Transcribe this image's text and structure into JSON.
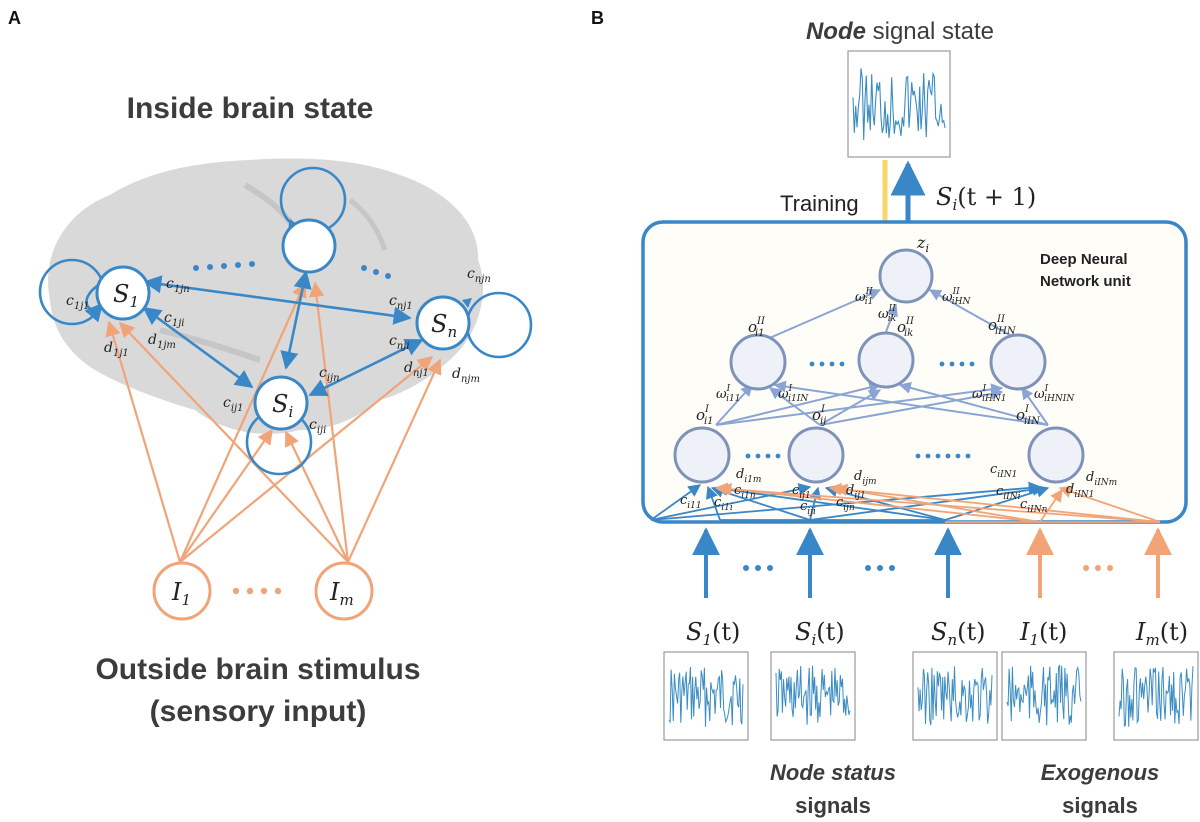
{
  "panel_a": {
    "letter": "A",
    "title": "Inside brain state",
    "bottom_line1": "Outside brain stimulus",
    "bottom_line2": "(sensory input)",
    "nodes": {
      "s1": "S",
      "s1_sub": "1",
      "si": "S",
      "si_sub": "i",
      "sn": "S",
      "sn_sub": "n",
      "i1": "I",
      "i1_sub": "1",
      "im": "I",
      "im_sub": "m"
    },
    "edge_labels": {
      "c1j1": "c",
      "c1j1_sub": "1j1",
      "c1jn": "c",
      "c1jn_sub": "1jn",
      "c1ji": "c",
      "c1ji_sub": "1ji",
      "d1j1": "d",
      "d1j1_sub": "1j1",
      "d1jm": "d",
      "d1jm_sub": "1jm",
      "cnjn": "c",
      "cnjn_sub": "njn",
      "cnj1": "c",
      "cnj1_sub": "nj1",
      "cnji": "c",
      "cnji_sub": "nji",
      "dnj1": "d",
      "dnj1_sub": "nj1",
      "dnjm": "d",
      "dnjm_sub": "njm",
      "cijn": "c",
      "cijn_sub": "ijn",
      "cij1": "c",
      "cij1_sub": "ij1",
      "ciji": "c",
      "ciji_sub": "iji"
    },
    "colors": {
      "blue": "#3a87c8",
      "orange": "#f0a478",
      "brain": "#d6d6d6"
    }
  },
  "panel_b": {
    "letter": "B",
    "top_title_bold": "Node",
    "top_title_rest": " signal state",
    "training": "Training",
    "output_label": "S",
    "output_sub": "i",
    "output_rest": "(t + 1)",
    "dnn_line1": "Deep Neural",
    "dnn_line2": "Network unit",
    "z_label": "z",
    "z_sub": "i",
    "inputs": [
      {
        "main": "S",
        "sub": "1",
        "rest": "(t)"
      },
      {
        "main": "S",
        "sub": "i",
        "rest": "(t)"
      },
      {
        "main": "S",
        "sub": "n",
        "rest": "(t)"
      },
      {
        "main": "I",
        "sub": "1",
        "rest": "(t)"
      },
      {
        "main": "I",
        "sub": "m",
        "rest": "(t)"
      }
    ],
    "caption_node_bold": "Node status",
    "caption_node_rest": "signals",
    "caption_exo_bold": "Exogenous",
    "caption_exo_rest": "signals",
    "weight_labels": {
      "wi1_II": "ω",
      "wi1_II_sup": "II",
      "wi1_II_sub": "i1",
      "wik_II": "ω",
      "wik_II_sup": "II",
      "wik_II_sub": "ik",
      "wiHN_II": "ω",
      "wiHN_II_sup": "II",
      "wiHN_II_sub": "iHN",
      "oi1_II": "o",
      "oi1_II_sup": "II",
      "oi1_II_sub": "i1",
      "oik_II": "o",
      "oik_II_sup": "II",
      "oik_II_sub": "ik",
      "oiHN_II": "o",
      "oiHN_II_sup": "II",
      "oiHN_II_sub": "iHN",
      "wi11_I": "ω",
      "wi11_I_sup": "I",
      "wi11_I_sub": "i11",
      "wi1IN_I": "ω",
      "wi1IN_I_sup": "I",
      "wi1IN_I_sub": "i1IN",
      "wiHN1_I": "ω",
      "wiHN1_I_sup": "I",
      "wiHN1_I_sub": "iHN1",
      "wiHNIN_I": "ω",
      "wiHNIN_I_sup": "I",
      "wiHNIN_I_sub": "iHNIN",
      "oi1_I": "o",
      "oi1_I_sup": "I",
      "oi1_I_sub": "i1",
      "oij_I": "o",
      "oij_I_sup": "I",
      "oij_I_sub": "ij",
      "oiIN_I": "o",
      "oiIN_I_sup": "I",
      "oiIN_I_sub": "iIN",
      "di1m": "d",
      "di1m_sub": "i1m",
      "ci11": "c",
      "ci11_sub": "i11",
      "ci1i": "c",
      "ci1i_sub": "i1i",
      "ci1n": "c",
      "ci1n_sub": "i1n",
      "cij1": "c",
      "cij1_sub": "ij1",
      "ciji": "c",
      "ciji_sub": "iji",
      "dijm": "d",
      "dijm_sub": "ijm",
      "dij1": "d",
      "dij1_sub": "ij1",
      "cijn": "c",
      "cijn_sub": "ijn",
      "ciIN1": "c",
      "ciIN1_sub": "iIN1",
      "ciINi": "c",
      "ciINi_sub": "iINi",
      "ciINn": "c",
      "ciINn_sub": "iINn",
      "diINm": "d",
      "diINm_sub": "iINm",
      "diIN1": "d",
      "diIN1_sub": "iIN1"
    },
    "colors": {
      "blue": "#3a87c8",
      "node_fill": "#eef2f8",
      "node_stroke": "#7f93b8",
      "yellow": "#f8d66a",
      "signal": "#3b8cc4"
    }
  }
}
